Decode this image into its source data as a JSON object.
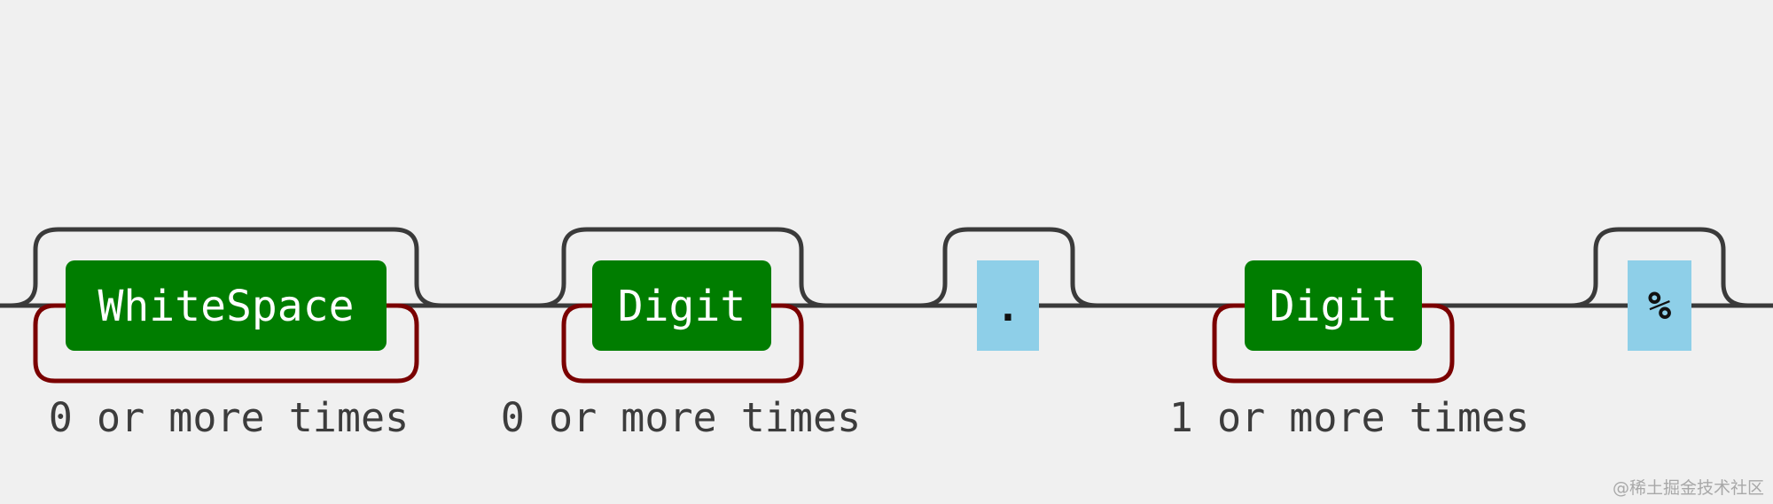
{
  "diagram": {
    "items": [
      {
        "id": "whitespace",
        "label": "WhiteSpace",
        "kind": "nonterminal",
        "repeat": "0 or more times"
      },
      {
        "id": "digit-1",
        "label": "Digit",
        "kind": "nonterminal",
        "repeat": "0 or more times"
      },
      {
        "id": "dot",
        "label": ".",
        "kind": "terminal",
        "optional": true
      },
      {
        "id": "digit-2",
        "label": "Digit",
        "kind": "nonterminal",
        "repeat": "1 or more times"
      },
      {
        "id": "percent",
        "label": "%",
        "kind": "terminal",
        "optional": true
      }
    ],
    "colors": {
      "background": "#f0f0f0",
      "track": "#3a3a3a",
      "repeat_loop": "#7a0000",
      "nonterminal_fill": "#007d00",
      "nonterminal_text": "#ffffff",
      "terminal_fill": "#8ecfe8",
      "terminal_text": "#111111",
      "repeat_text": "#3c3c3c"
    }
  },
  "watermark": "@稀土掘金技术社区"
}
